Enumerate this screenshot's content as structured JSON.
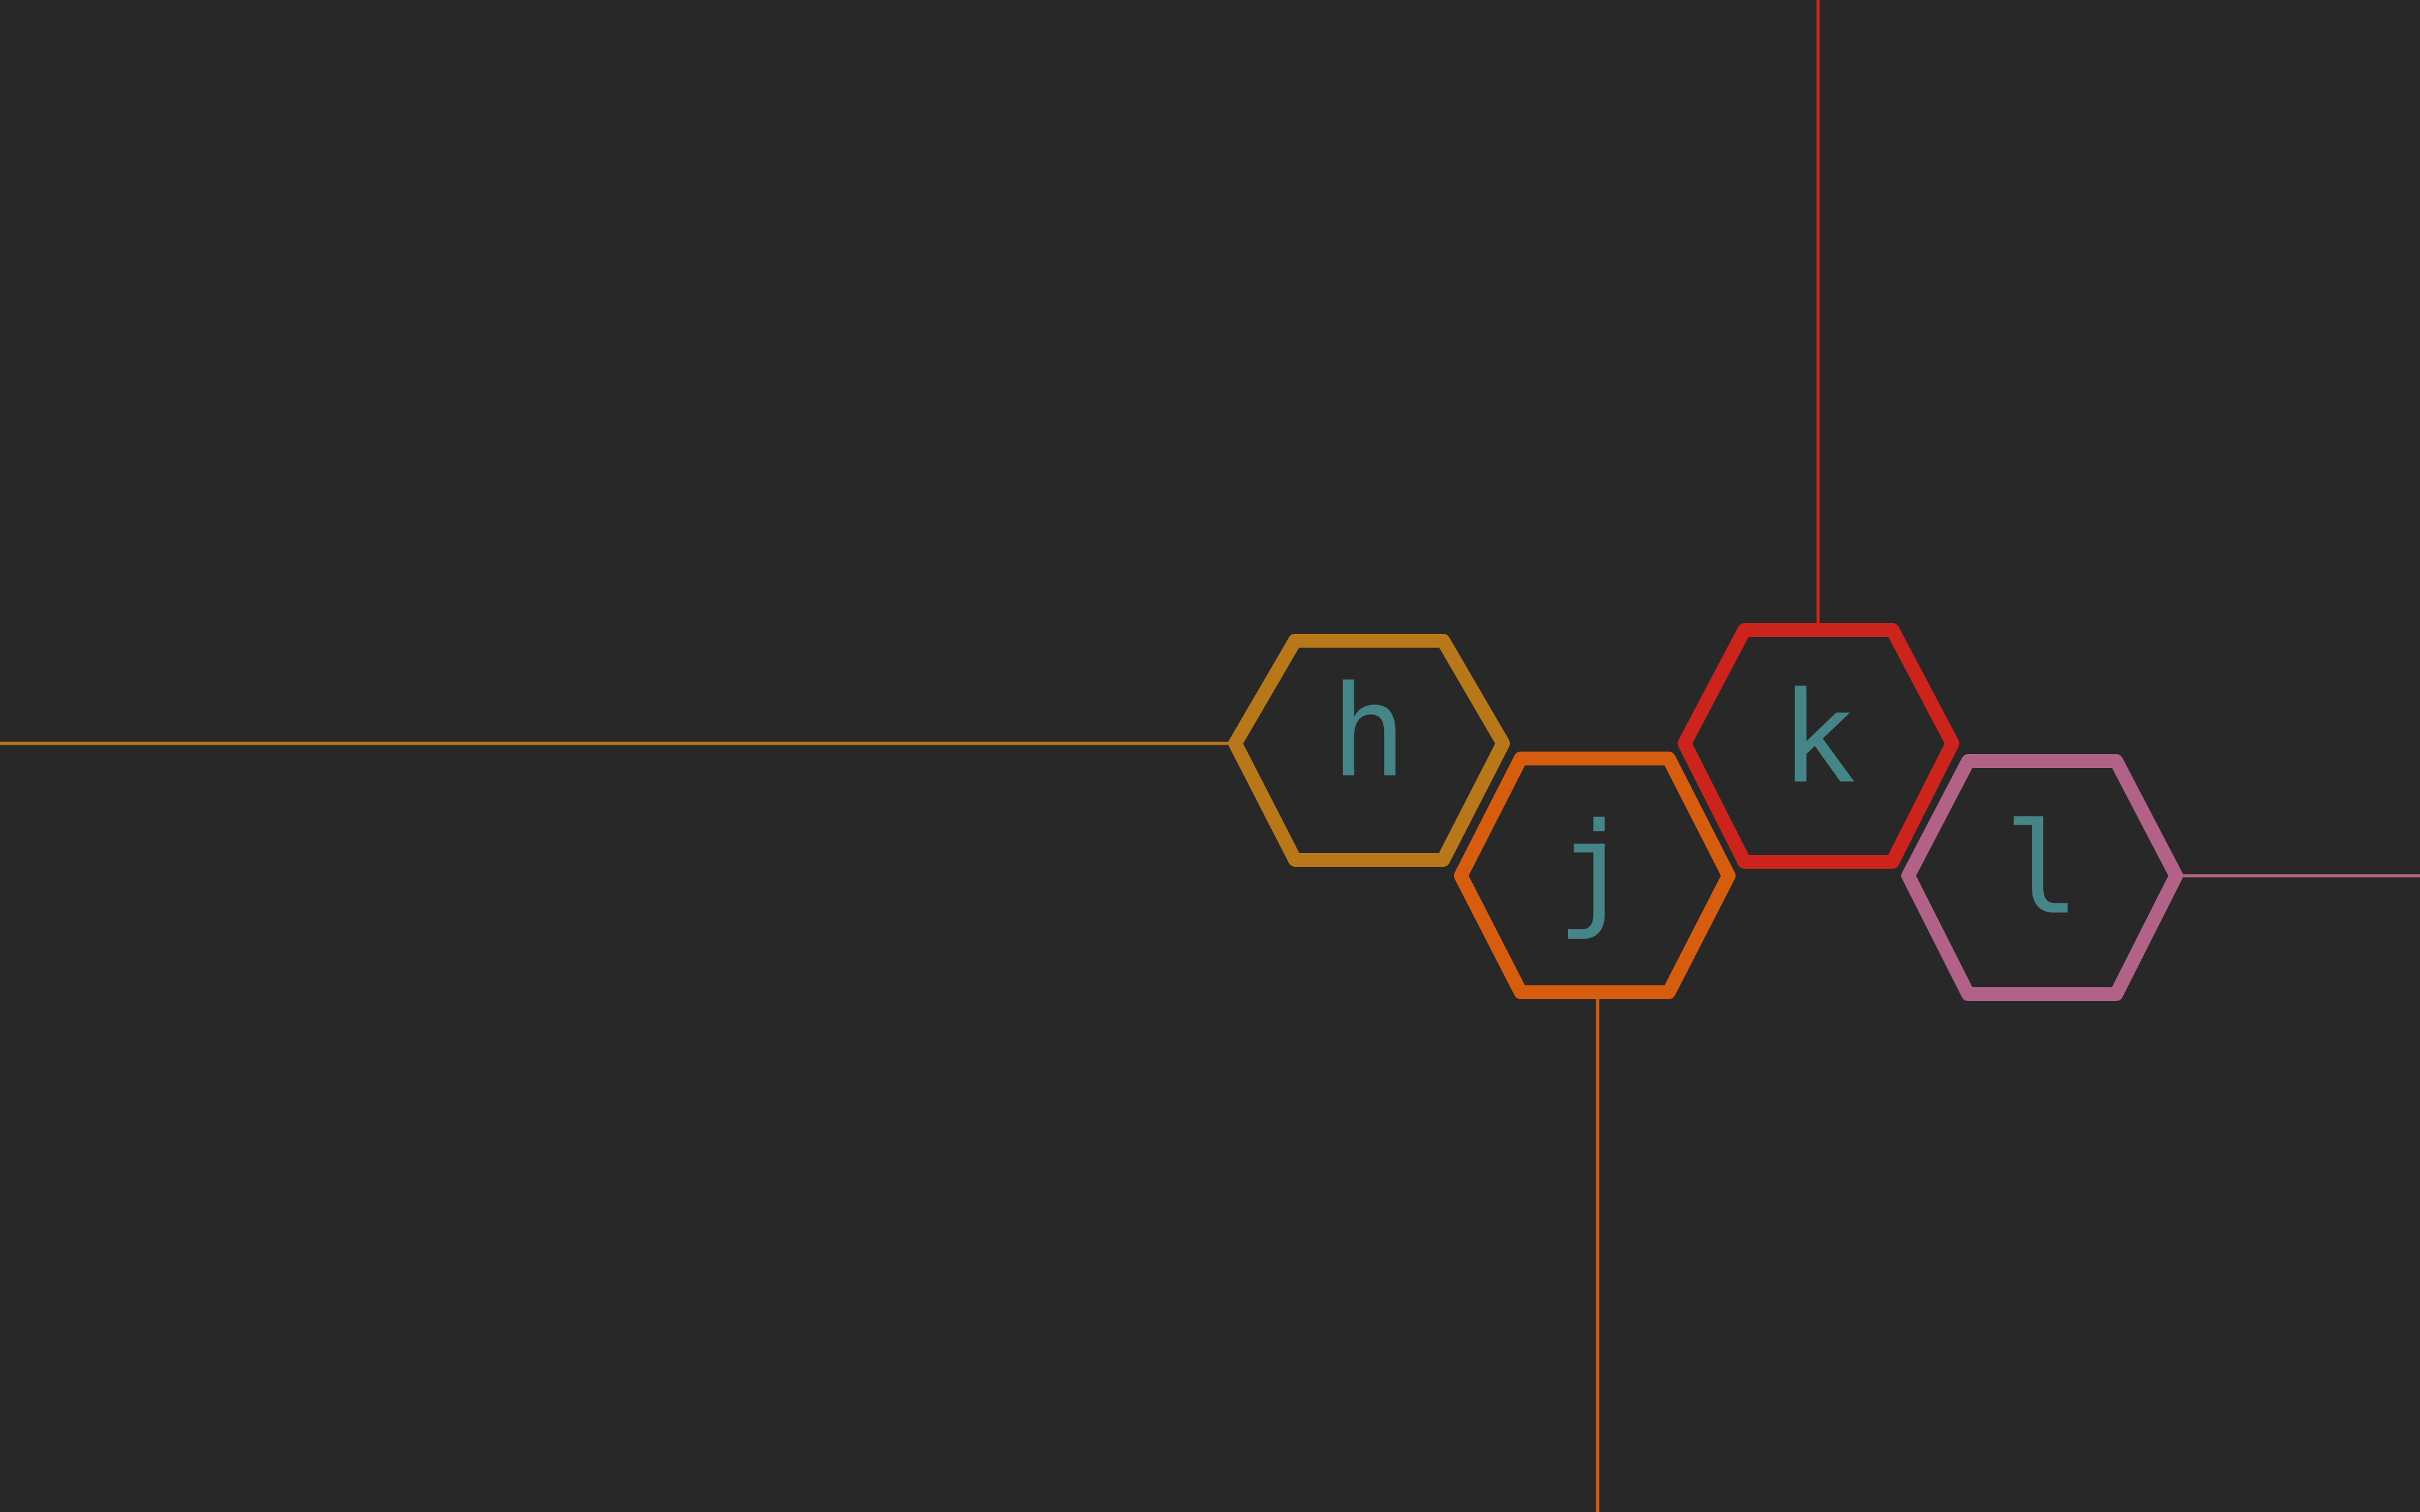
{
  "background_color": "#282828",
  "letter_color": "#458588",
  "keys": [
    {
      "name": "h",
      "letter": "h",
      "color": "#b8781a",
      "direction": "left"
    },
    {
      "name": "j",
      "letter": "j",
      "color": "#d65d0e",
      "direction": "down"
    },
    {
      "name": "k",
      "letter": "k",
      "color": "#cc241d",
      "direction": "up"
    },
    {
      "name": "l",
      "letter": "l",
      "color": "#b16286",
      "direction": "right"
    }
  ]
}
